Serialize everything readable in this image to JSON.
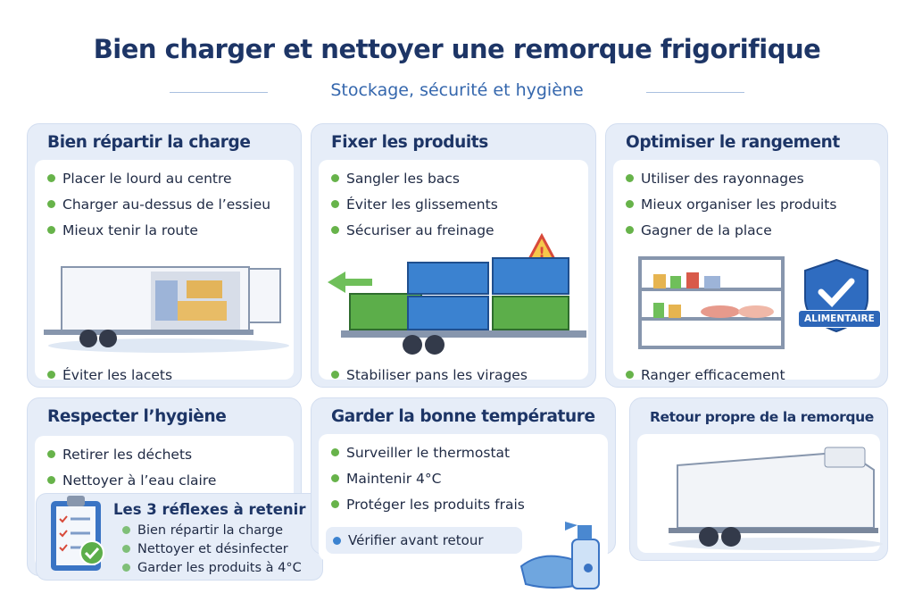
{
  "header": {
    "title": "Bien charger et nettoyer une remorque frigorifique",
    "subtitle": "Stockage, sécurité et hygiène"
  },
  "cards": [
    {
      "title": "Bien répartir la charge",
      "items": [
        "Placer le lourd au centre",
        "Charger au-dessus de l’essieu",
        "Mieux tenir la route"
      ],
      "bottom": "Éviter les lacets"
    },
    {
      "title": "Fixer les produits",
      "items": [
        "Sangler les bacs",
        "Éviter les glissements",
        "Sécuriser au freinage"
      ],
      "bottom": "Stabiliser pans les virages"
    },
    {
      "title": "Optimiser le rangement",
      "items": [
        "Utiliser des rayonnages",
        "Mieux organiser les produits",
        "Gagner de la place"
      ],
      "bottom": "Ranger efficacement",
      "badge": "ALIMENTAIRE"
    },
    {
      "title": "Respecter l’hygiène",
      "items": [
        "Retirer les déchets",
        "Nettoyer à l’eau claire"
      ]
    },
    {
      "title": "Garder la bonne température",
      "items": [
        "Surveiller le thermostat",
        "Maintenir 4°C",
        "Protéger les produits frais"
      ],
      "bottom": "Vérifier avant retour"
    },
    {
      "title": "Retour propre de la remorque"
    }
  ],
  "reflexes": {
    "title": "Les 3 réflexes à retenir",
    "items": [
      "Bien répartir la charge",
      "Nettoyer et désinfecter",
      "Garder les produits à 4°C"
    ]
  },
  "colors": {
    "navy": "#1d3566",
    "accent": "#3567ad",
    "bullet": "#67b34a",
    "panel": "#e6edf8"
  }
}
